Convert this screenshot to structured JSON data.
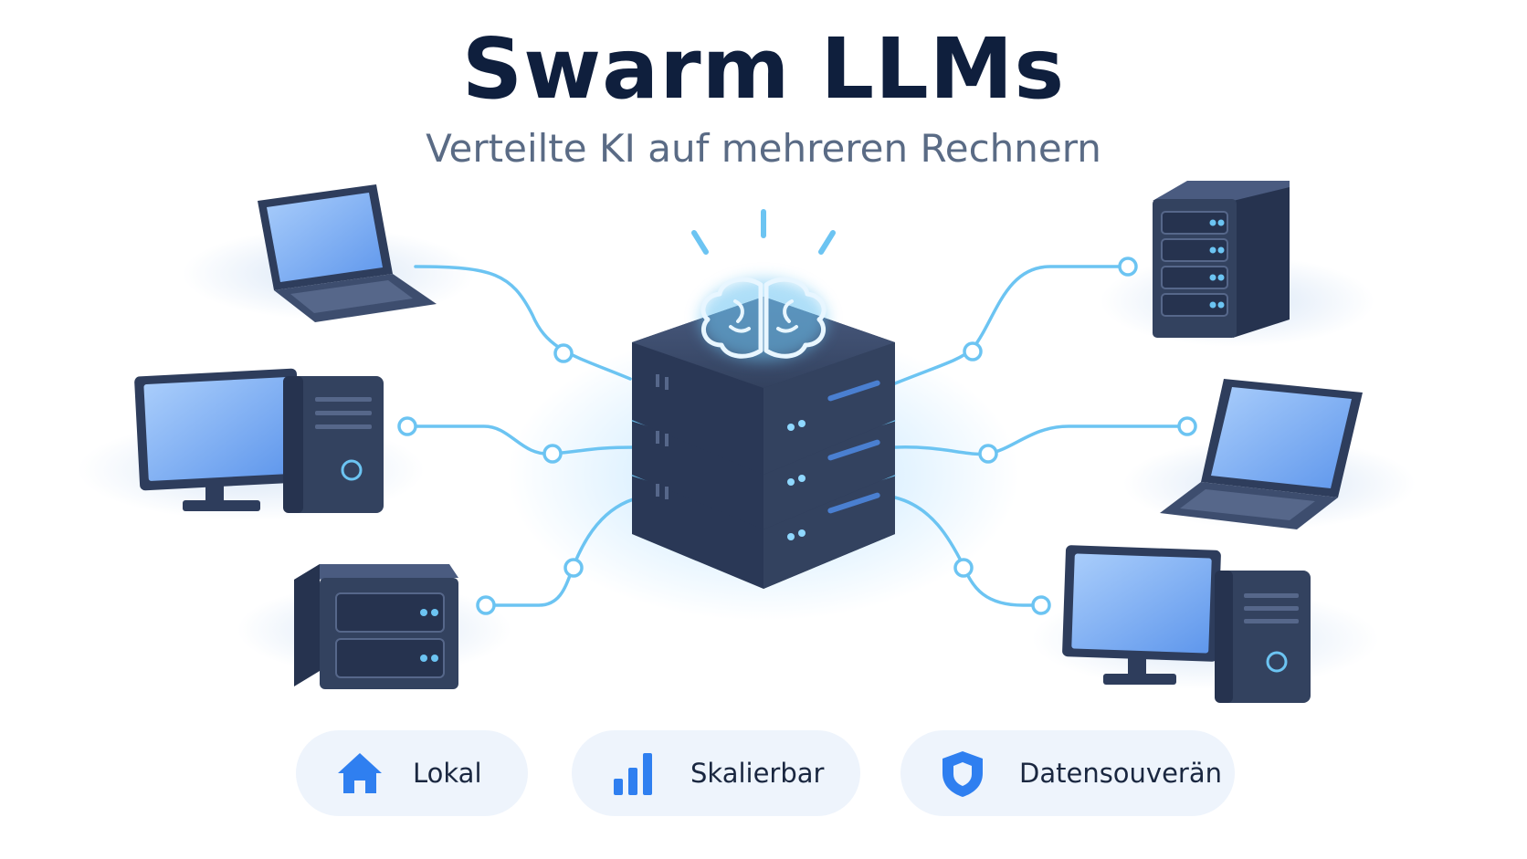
{
  "header": {
    "title": "Swarm LLMs",
    "subtitle": "Verteilte KI auf mehreren Rechnern"
  },
  "diagram": {
    "center_node": {
      "icon": "brain-icon",
      "type": "server-stack"
    },
    "nodes_left": [
      "laptop",
      "desktop-pc",
      "mini-server"
    ],
    "nodes_right": [
      "server-tower",
      "laptop",
      "desktop-pc"
    ]
  },
  "features": [
    {
      "icon": "home-icon",
      "label": "Lokal"
    },
    {
      "icon": "bar-chart-icon",
      "label": "Skalierbar"
    },
    {
      "icon": "shield-icon",
      "label": "Datensouverän"
    }
  ],
  "colors": {
    "title": "#0f1f3d",
    "subtitle": "#5a6b85",
    "device_dark": "#2e3d5c",
    "screen_blue": "#7fb0f5",
    "connector": "#6cc4f2",
    "accent": "#2f7ff0",
    "pill_bg": "#eef4fc"
  }
}
